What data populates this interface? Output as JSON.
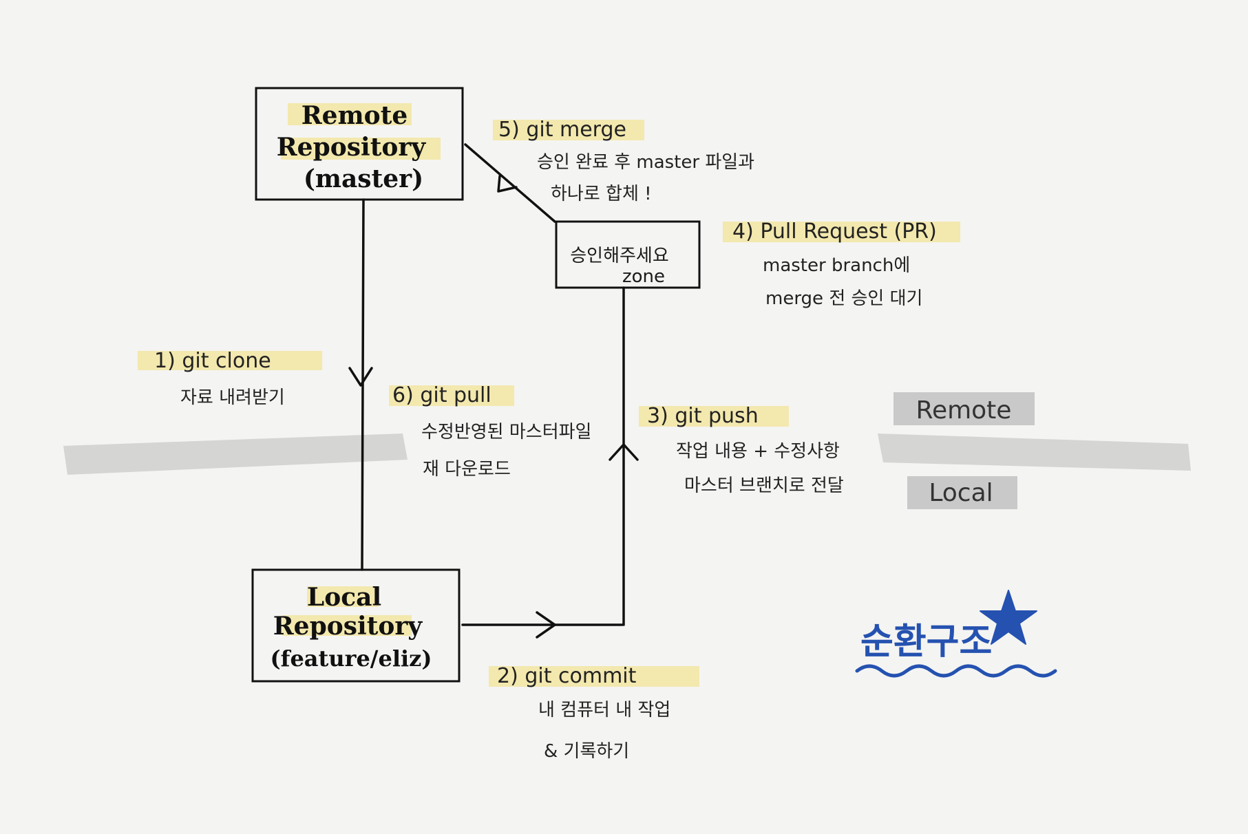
{
  "remote_box": {
    "lines": [
      "Remote",
      "Repository",
      "(master)"
    ]
  },
  "local_box": {
    "lines": [
      "Local",
      "Repository",
      "(feature/eliz)"
    ]
  },
  "approval_box": {
    "lines": [
      "승인해주세요",
      "zone"
    ]
  },
  "steps": {
    "clone": {
      "title": "1) git clone",
      "notes": [
        "자료 내려받기"
      ]
    },
    "commit": {
      "title": "2) git commit",
      "notes": [
        "내 컴퓨터 내 작업",
        "& 기록하기"
      ]
    },
    "push": {
      "title": "3) git push",
      "notes": [
        "작업 내용 + 수정사항",
        "마스터 브랜치로 전달"
      ]
    },
    "pull_request": {
      "title": "4) Pull Request (PR)",
      "notes": [
        "master branch에",
        "merge 전 승인 대기"
      ]
    },
    "merge": {
      "title": "5) git merge",
      "notes": [
        "승인 완료 후 master 파일과",
        "하나로 합체 !"
      ]
    },
    "pull": {
      "title": "6) git pull",
      "notes": [
        "수정반영된 마스터파일",
        "재 다운로드"
      ]
    }
  },
  "zones": {
    "remote": "Remote",
    "local": "Local"
  },
  "brand": {
    "text": "순환구조",
    "icon": "star-icon"
  },
  "colors": {
    "highlight": "#f3e7a6",
    "zone_band": "#c9c9c9",
    "brand": "#2552b0",
    "ink": "#111111"
  }
}
